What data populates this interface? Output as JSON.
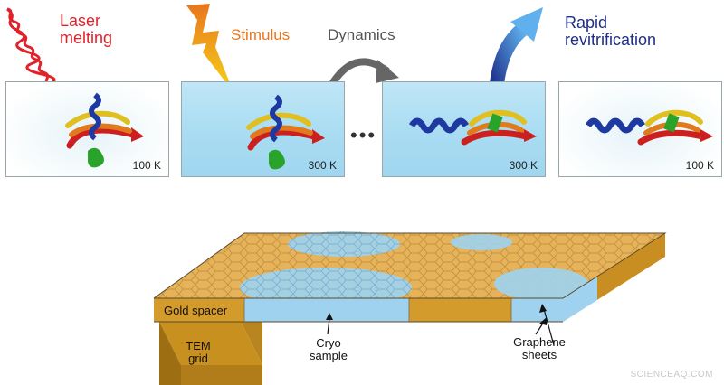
{
  "steps": {
    "laser": "Laser\nmelting",
    "stimulus": "Stimulus",
    "dynamics": "Dynamics",
    "rapid": "Rapid\nrevitrification"
  },
  "temps": [
    "100 K",
    "300 K",
    "300 K",
    "100 K"
  ],
  "ellipsis": "•••",
  "labels": {
    "gold": "Gold spacer",
    "tem": "TEM\ngrid",
    "cryo": "Cryo\nsample",
    "graphene": "Graphene\nsheets"
  },
  "watermark": "SCIENCEAQ.COM",
  "colors": {
    "laser": "#e0232a",
    "stimulus": "#e8761c",
    "dynamics": "#555555",
    "rapid": "#1e2f8a",
    "gold": "#e3a740",
    "ice": "#9fd2ee"
  }
}
